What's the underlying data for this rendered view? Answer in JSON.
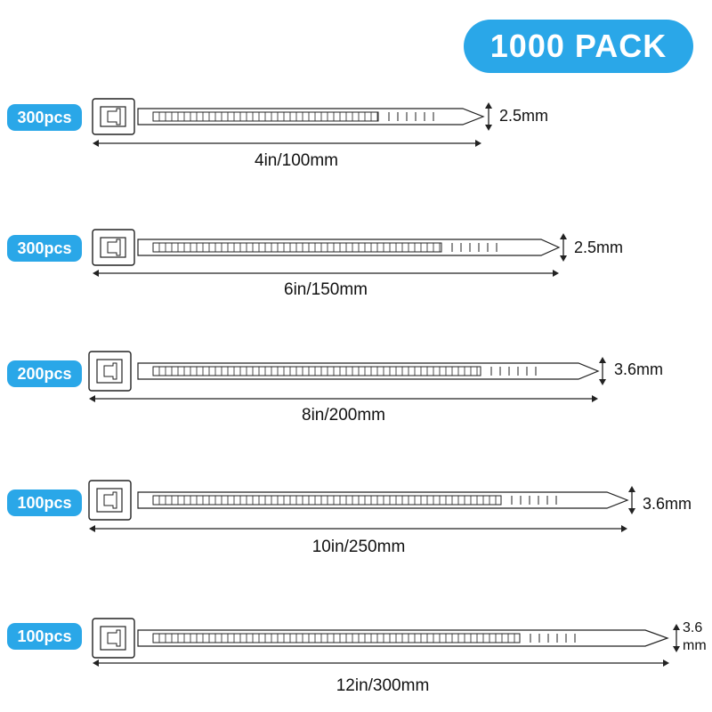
{
  "pack_label": "1000 PACK",
  "colors": {
    "accent": "#2aa7e8",
    "line": "#222222"
  },
  "ties": [
    {
      "quantity": "300pcs",
      "length": "4in/100mm",
      "width": "2.5mm"
    },
    {
      "quantity": "300pcs",
      "length": "6in/150mm",
      "width": "2.5mm"
    },
    {
      "quantity": "200pcs",
      "length": "8in/200mm",
      "width": "3.6mm"
    },
    {
      "quantity": "100pcs",
      "length": "10in/250mm",
      "width": "3.6mm"
    },
    {
      "quantity": "100pcs",
      "length": "12in/300mm",
      "width_top": "3.6",
      "width_bottom": "mm"
    }
  ]
}
